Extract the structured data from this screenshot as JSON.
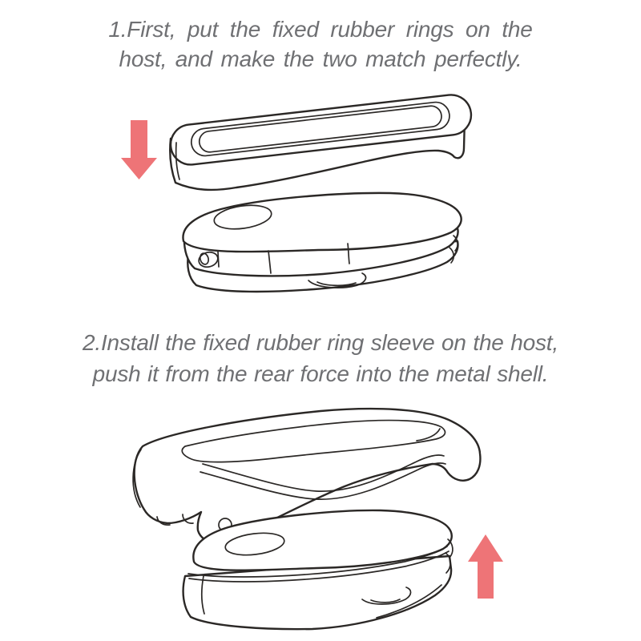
{
  "page": {
    "background": "#ffffff",
    "kind": "product-instruction-sheet"
  },
  "colors": {
    "text_gray": "#6f7073",
    "line_art": "#2b2826",
    "arrow": "#ee7477"
  },
  "steps": [
    {
      "line1": "1.First, put the fixed rubber rings on the",
      "line2": "host, and make the two match perfectly.",
      "arrow_direction": "down",
      "figure_parts": [
        "rubber-ring",
        "host-device"
      ]
    },
    {
      "line1": "2.Install the fixed rubber ring sleeve on the host,",
      "line2": "push it from the rear force into the metal shell.",
      "arrow_direction": "up",
      "figure_parts": [
        "metal-shell",
        "host-with-ring"
      ]
    }
  ]
}
